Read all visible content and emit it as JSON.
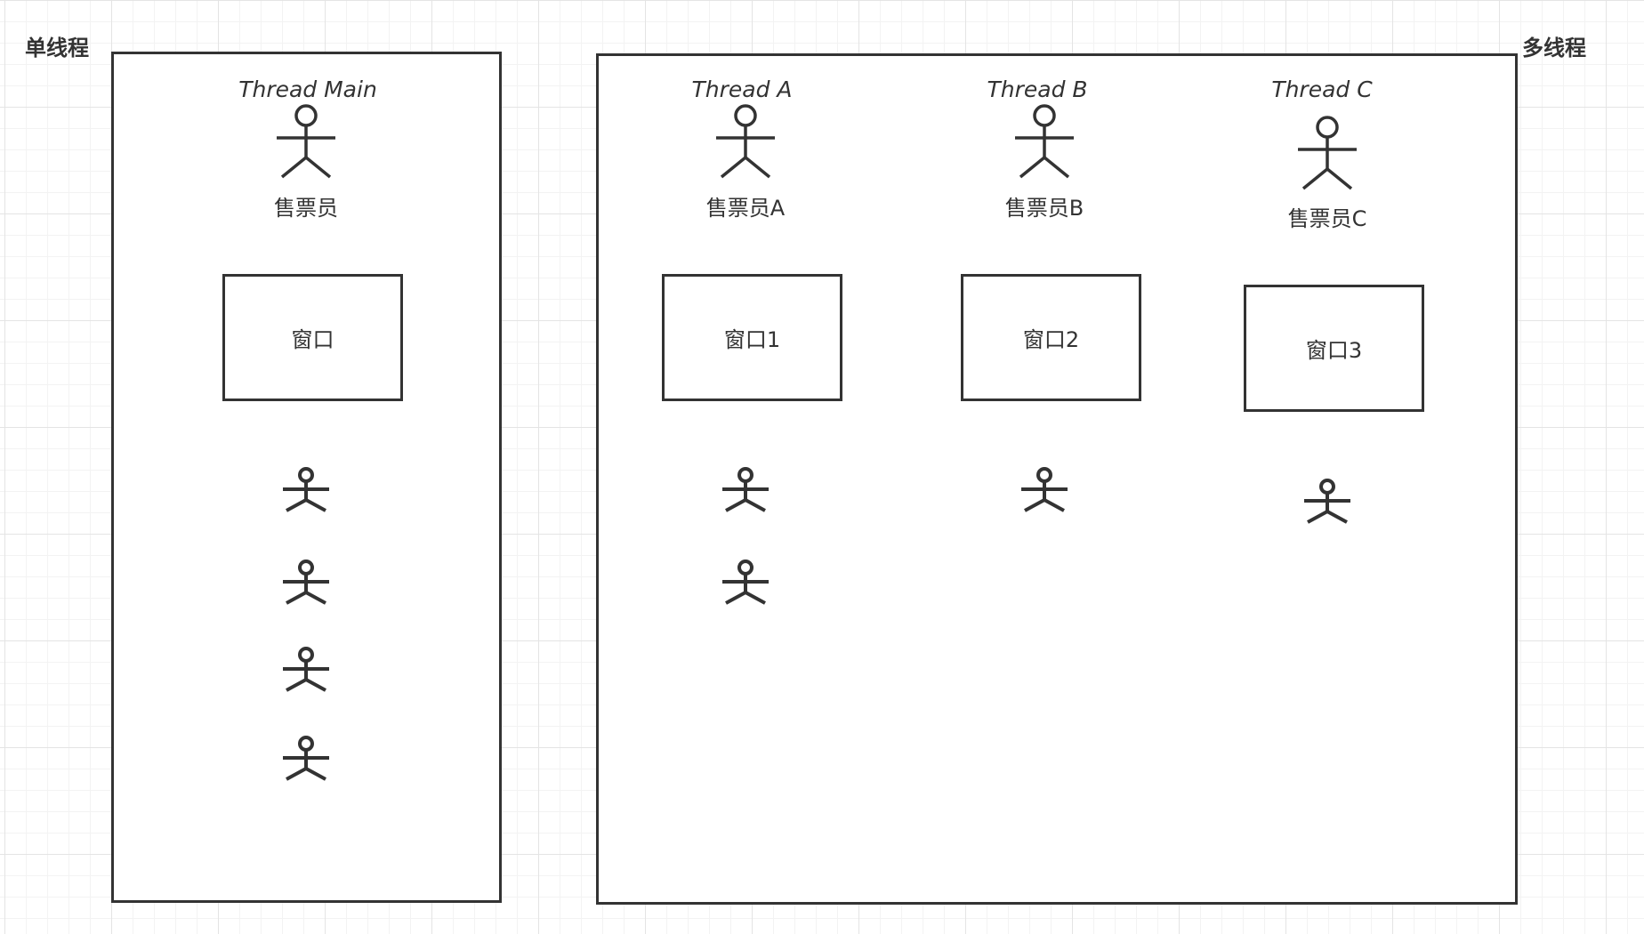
{
  "sections": {
    "single_thread": {
      "label": "单线程",
      "thread_title": "Thread Main",
      "seller_label": "售票员",
      "window_label": "窗口",
      "queue_length": 4
    },
    "multi_thread": {
      "label": "多线程",
      "threads": [
        {
          "title": "Thread A",
          "seller_label": "售票员A",
          "window_label": "窗口1",
          "queue_length": 2
        },
        {
          "title": "Thread B",
          "seller_label": "售票员B",
          "window_label": "窗口2",
          "queue_length": 1
        },
        {
          "title": "Thread C",
          "seller_label": "售票员C",
          "window_label": "窗口3",
          "queue_length": 1
        }
      ]
    }
  },
  "icons": {
    "seller": "stick-figure",
    "customer": "stick-figure"
  },
  "colors": {
    "stroke": "#333333",
    "background": "#ffffff",
    "grid": "#e4e4e4"
  }
}
